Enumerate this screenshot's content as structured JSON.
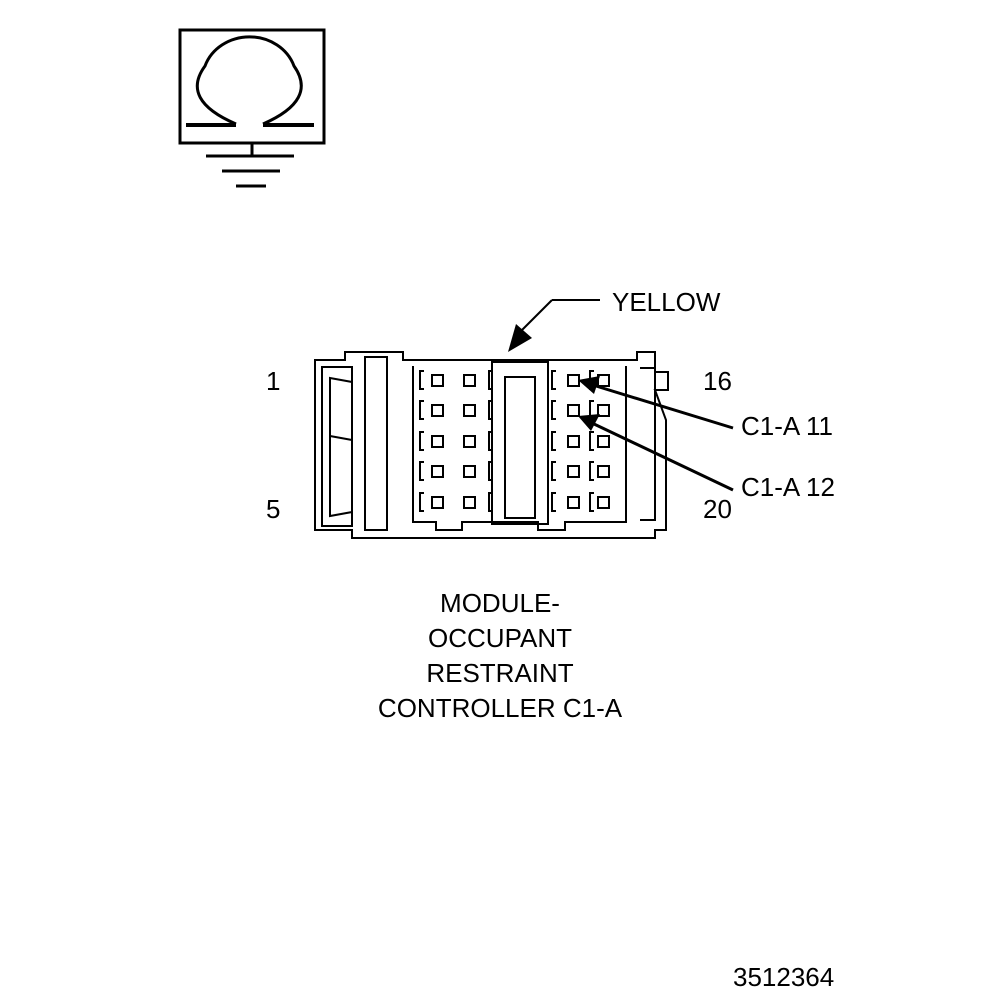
{
  "diagram": {
    "symbol": {
      "icon": "ohmmeter-ground-icon",
      "glyph": "Ω"
    },
    "connector": {
      "color_callout": "YELLOW",
      "pin_labels": {
        "top_left": "1",
        "bottom_left": "5",
        "top_right": "16",
        "bottom_right": "20"
      },
      "callouts": [
        "C1-A 11",
        "C1-A 12"
      ]
    },
    "title_lines": [
      "MODULE-",
      "OCCUPANT",
      "RESTRAINT",
      "CONTROLLER C1-A"
    ],
    "figure_id": "3512364"
  },
  "colors": {
    "line": "#000000",
    "background": "#ffffff"
  }
}
